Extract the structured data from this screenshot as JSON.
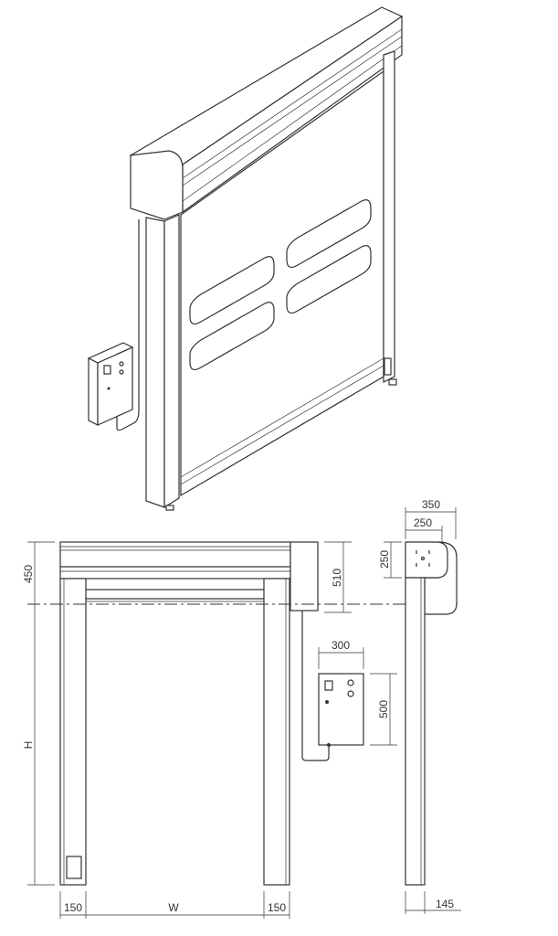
{
  "drawing": {
    "dimensions": {
      "header_height": "450",
      "header_side_height": "510",
      "door_height": "H",
      "door_width": "W",
      "post_left": "150",
      "post_right": "150",
      "control_box_width": "300",
      "control_box_height": "500",
      "side_depth_total": "350",
      "side_depth_header": "250",
      "side_header_height": "250",
      "side_post_depth": "145"
    },
    "colors": {
      "line": "#333333",
      "background": "#ffffff"
    }
  }
}
